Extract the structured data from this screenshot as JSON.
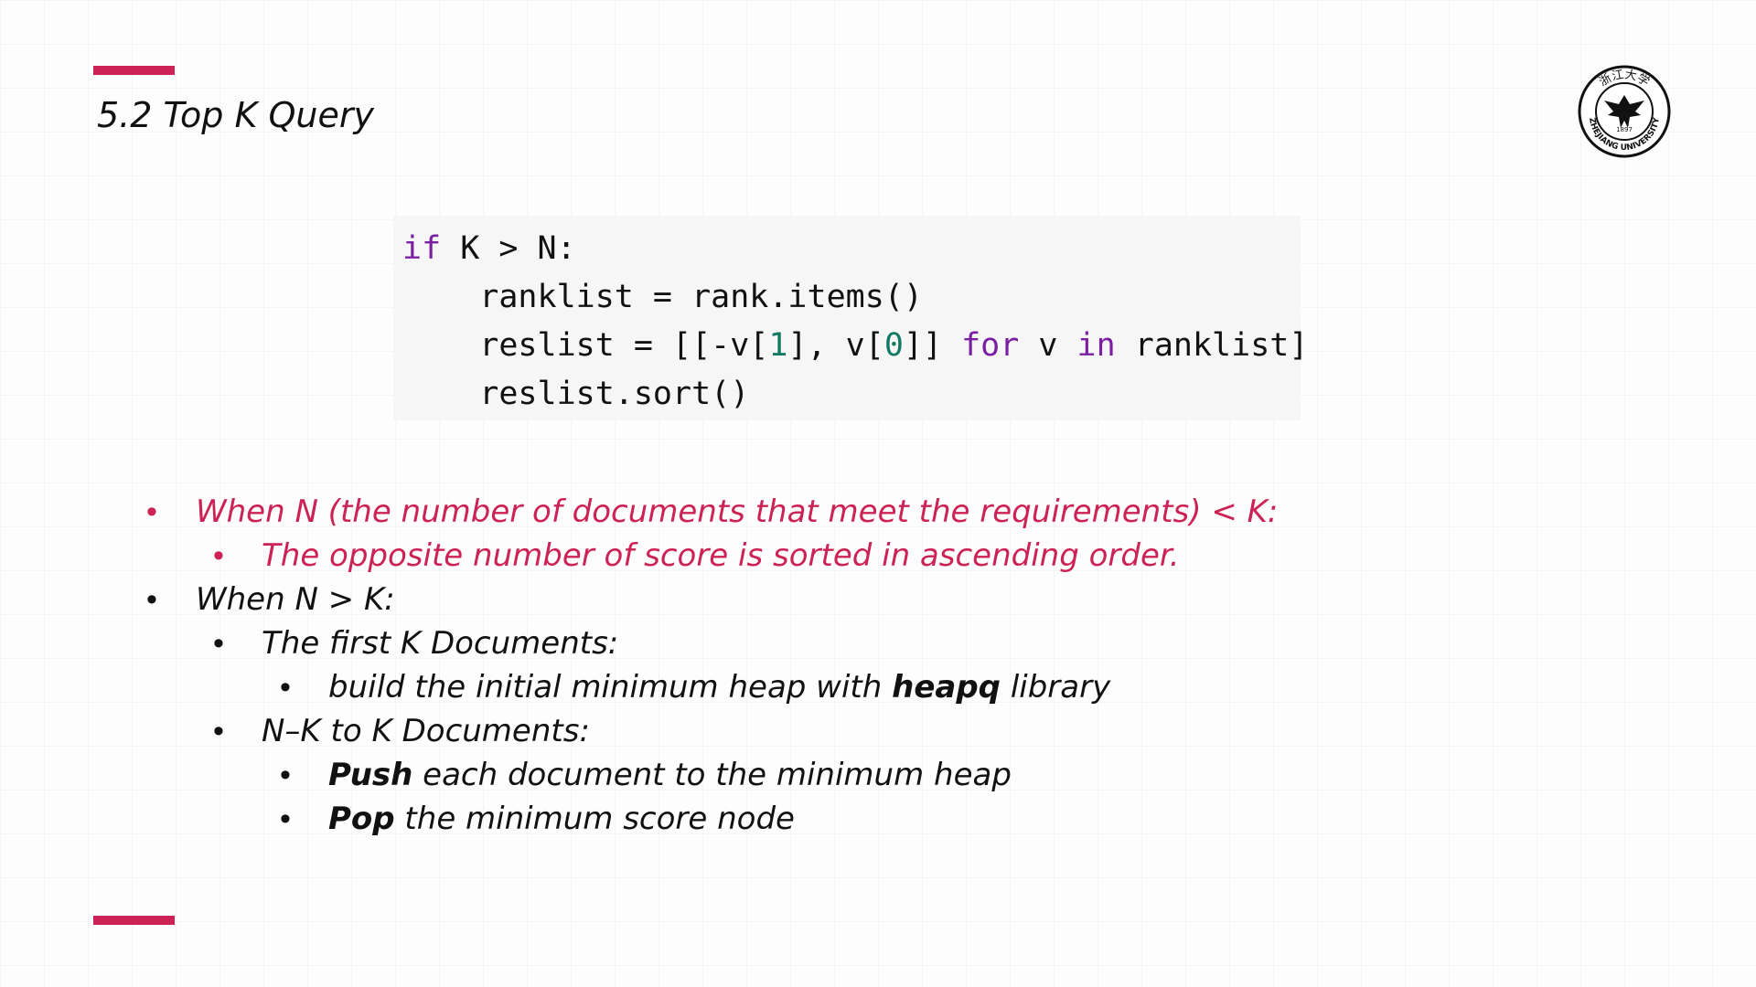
{
  "slide": {
    "title": "5.2 Top K Query",
    "accent_color": "#cc2255",
    "logo": {
      "icon": "zhejiang-university-seal-icon",
      "text": "ZHEJIANG UNIVERSITY",
      "year": "1897",
      "chinese_text": "浙江大学"
    }
  },
  "code": {
    "line1": {
      "kw_if": "if",
      "rest": " K > N:"
    },
    "line2": {
      "text": "    ranklist = rank.items()"
    },
    "line3": {
      "a": "    reslist = [[-v[",
      "n1": "1",
      "b": "], v[",
      "n0": "0",
      "c": "]] ",
      "kw_for": "for",
      "d": " v ",
      "kw_in": "in",
      "e": " ranklist]"
    },
    "line4": {
      "text": "    reslist.sort()"
    }
  },
  "bullets": {
    "b1": "When N (the number of documents that meet the requirements) < K:",
    "b1_1": "The opposite number of score is sorted in ascending order.",
    "b2": "When N > K:",
    "b2_1": "The first K Documents:",
    "b2_1_1": {
      "pre": "build the initial minimum heap with ",
      "bold": "heapq",
      "post": " library"
    },
    "b2_2": "N–K to K Documents:",
    "b2_2_1": {
      "bold": "Push",
      "post": " each document to the minimum heap"
    },
    "b2_2_2": {
      "bold": "Pop",
      "post": " the minimum score node"
    },
    "bullet_char": "•"
  }
}
